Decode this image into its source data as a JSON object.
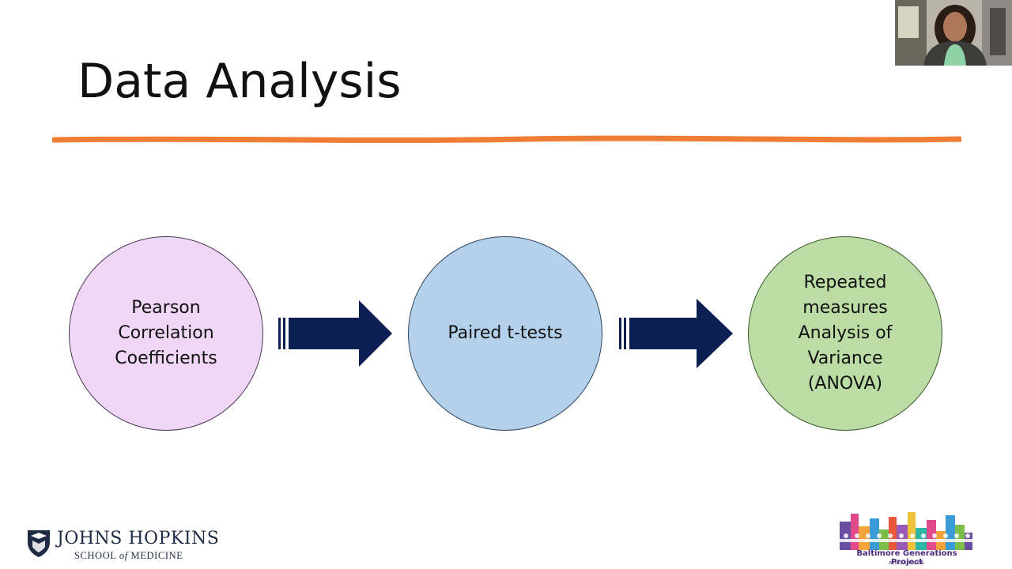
{
  "slide": {
    "title": "Data Analysis",
    "accent_color": "#ef7d35",
    "arrow_color": "#0b1f52"
  },
  "steps": [
    {
      "label": "Pearson\nCorrelation\nCoefficients",
      "fill": "#f0d6f7",
      "stroke": "#4a3a55"
    },
    {
      "label": "Paired t-tests",
      "fill": "#b3d1eb",
      "stroke": "#2e4560"
    },
    {
      "label": "Repeated\nmeasures\nAnalysis of\nVariance\n(ANOVA)",
      "fill": "#bcdca5",
      "stroke": "#3d5a2c"
    }
  ],
  "logos": {
    "left_line1": "JOHNS HOPKINS",
    "left_line2_a": "SCHOOL ",
    "left_line2_b": "of",
    "left_line2_c": " MEDICINE",
    "right_line1": "Baltimore Generations Project",
    "right_line2": "B'MORE GEN"
  }
}
